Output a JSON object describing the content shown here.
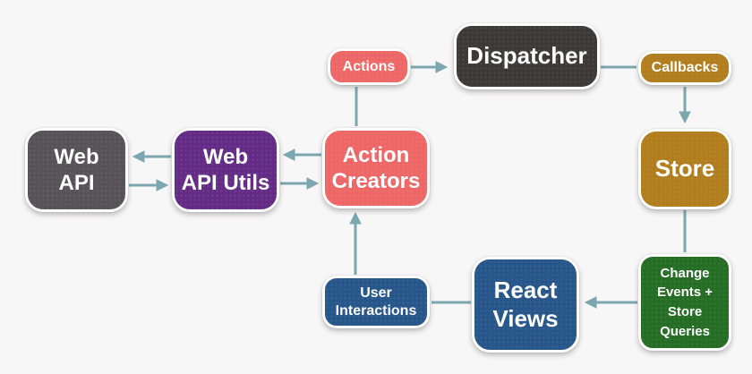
{
  "diagram": {
    "background_color": "#f8f7f7",
    "arrow_color": "#7ca6b0",
    "nodes": {
      "web_api": {
        "label": "Web\nAPI",
        "color": "#565258"
      },
      "web_api_utils": {
        "label": "Web\nAPI Utils",
        "color": "#632b85"
      },
      "action_creators": {
        "label": "Action\nCreators",
        "color": "#ee6767"
      },
      "actions": {
        "label": "Actions",
        "color": "#ee6767"
      },
      "dispatcher": {
        "label": "Dispatcher",
        "color": "#3d3939"
      },
      "callbacks": {
        "label": "Callbacks",
        "color": "#b17d1d"
      },
      "store": {
        "label": "Store",
        "color": "#b17d1d"
      },
      "change_events": {
        "label": "Change\nEvents +\nStore\nQueries",
        "color": "#256d25"
      },
      "react_views": {
        "label": "React\nViews",
        "color": "#27568a"
      },
      "user_interactions": {
        "label": "User\nInteractions",
        "color": "#27568a"
      }
    },
    "edges": [
      {
        "from": "actions",
        "to": "dispatcher",
        "arrowhead": true
      },
      {
        "from": "dispatcher",
        "to": "callbacks",
        "arrowhead": false
      },
      {
        "from": "callbacks",
        "to": "store",
        "arrowhead": true
      },
      {
        "from": "store",
        "to": "change_events",
        "arrowhead": false
      },
      {
        "from": "change_events",
        "to": "react_views",
        "arrowhead": true
      },
      {
        "from": "react_views",
        "to": "user_interactions",
        "arrowhead": false
      },
      {
        "from": "user_interactions",
        "to": "action_creators",
        "arrowhead": true
      },
      {
        "from": "action_creators",
        "to": "actions",
        "arrowhead": false
      },
      {
        "from": "web_api_utils",
        "to": "web_api",
        "arrowhead": true
      },
      {
        "from": "web_api",
        "to": "web_api_utils",
        "arrowhead": true
      },
      {
        "from": "action_creators",
        "to": "web_api_utils",
        "arrowhead": true
      },
      {
        "from": "web_api_utils",
        "to": "action_creators",
        "arrowhead": true
      }
    ]
  }
}
